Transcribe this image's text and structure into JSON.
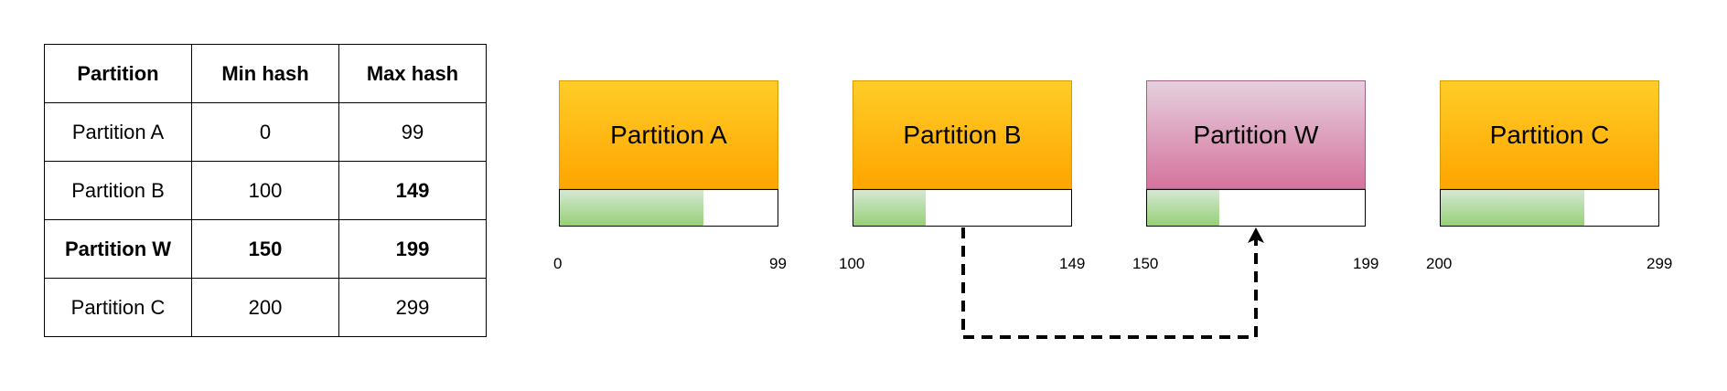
{
  "table": {
    "headers": [
      "Partition",
      "Min hash",
      "Max hash"
    ],
    "rows": [
      {
        "partition": "Partition A",
        "min": "0",
        "max": "99",
        "bold_partition": false,
        "bold_min": false,
        "bold_max": false
      },
      {
        "partition": "Partition B",
        "min": "100",
        "max": "149",
        "bold_partition": false,
        "bold_min": false,
        "bold_max": true
      },
      {
        "partition": "Partition W",
        "min": "150",
        "max": "199",
        "bold_partition": true,
        "bold_min": true,
        "bold_max": true
      },
      {
        "partition": "Partition C",
        "min": "200",
        "max": "299",
        "bold_partition": false,
        "bold_min": false,
        "bold_max": false
      }
    ]
  },
  "partitions": [
    {
      "name": "Partition A",
      "min_label": "0",
      "max_label": "99",
      "fill_fraction": 0.66,
      "color": "orange"
    },
    {
      "name": "Partition B",
      "min_label": "100",
      "max_label": "149",
      "fill_fraction": 0.33,
      "color": "orange"
    },
    {
      "name": "Partition W",
      "min_label": "150",
      "max_label": "199",
      "fill_fraction": 0.33,
      "color": "pink"
    },
    {
      "name": "Partition C",
      "min_label": "200",
      "max_label": "299",
      "fill_fraction": 0.66,
      "color": "orange"
    }
  ],
  "colors": {
    "orange_top": "#ffcd28",
    "orange_bottom": "#ffa500",
    "pink_top": "#e6d0de",
    "pink_bottom": "#d5739d",
    "fill_top": "#d5e8d4",
    "fill_bottom": "#97d077"
  },
  "connector": {
    "from": "Partition B",
    "to": "Partition W",
    "style": "dashed",
    "arrow": "end"
  }
}
